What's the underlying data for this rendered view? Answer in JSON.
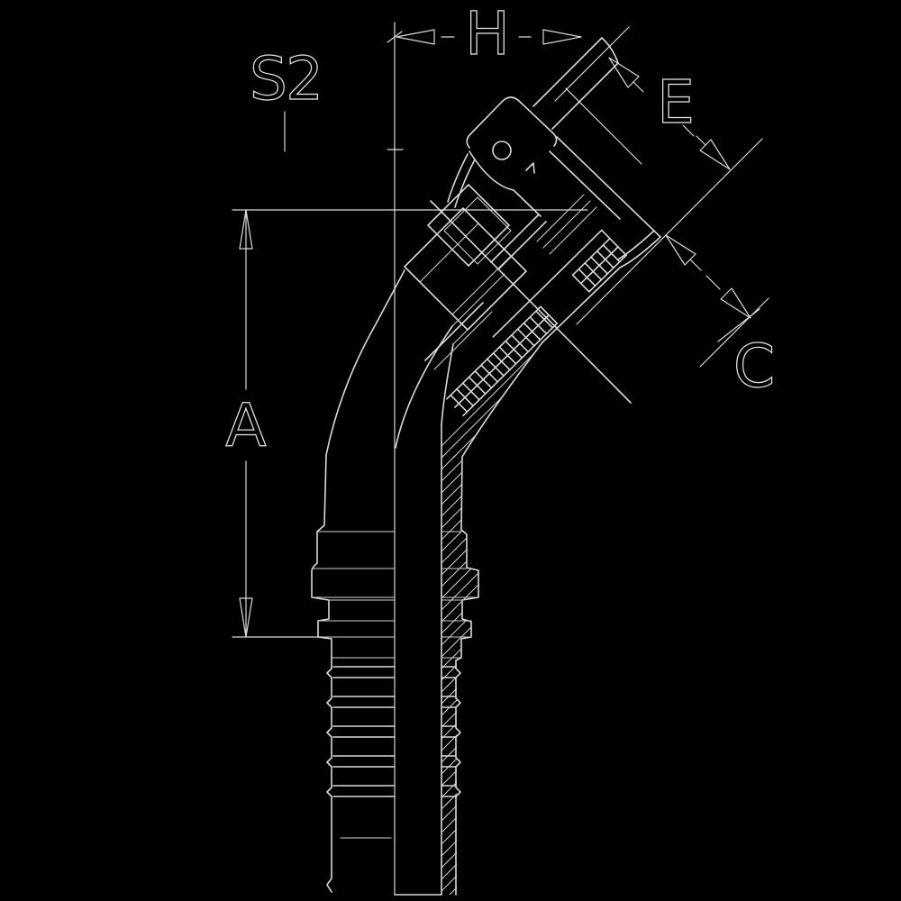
{
  "colors": {
    "background": "#000000",
    "line": "#d9d9d9"
  },
  "labels": {
    "s2": "S2",
    "h": "H",
    "e": "E",
    "a": "A",
    "c": "C"
  }
}
